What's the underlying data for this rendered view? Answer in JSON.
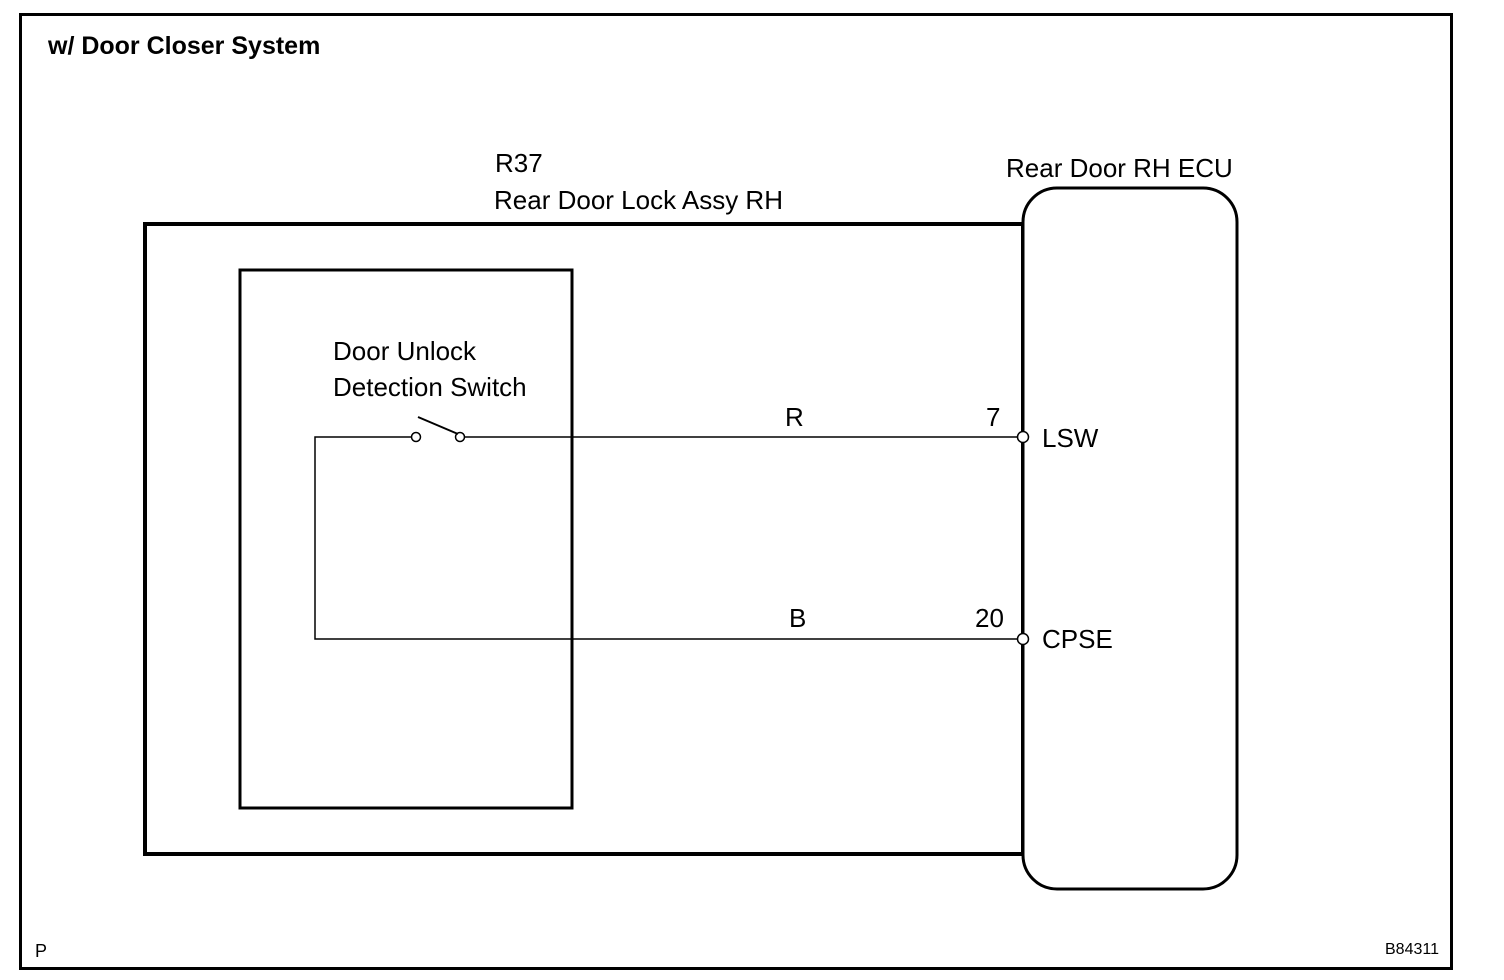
{
  "title": "w/ Door Closer System",
  "lock_assy": {
    "code": "R37",
    "name": "Rear Door Lock Assy RH"
  },
  "ecu": {
    "name": "Rear Door RH ECU"
  },
  "switch": {
    "line1": "Door Unlock",
    "line2": "Detection Switch"
  },
  "wires": [
    {
      "color": "R",
      "pin": "7",
      "terminal": "LSW"
    },
    {
      "color": "B",
      "pin": "20",
      "terminal": "CPSE"
    }
  ],
  "footer": {
    "left": "P",
    "right": "B84311"
  }
}
